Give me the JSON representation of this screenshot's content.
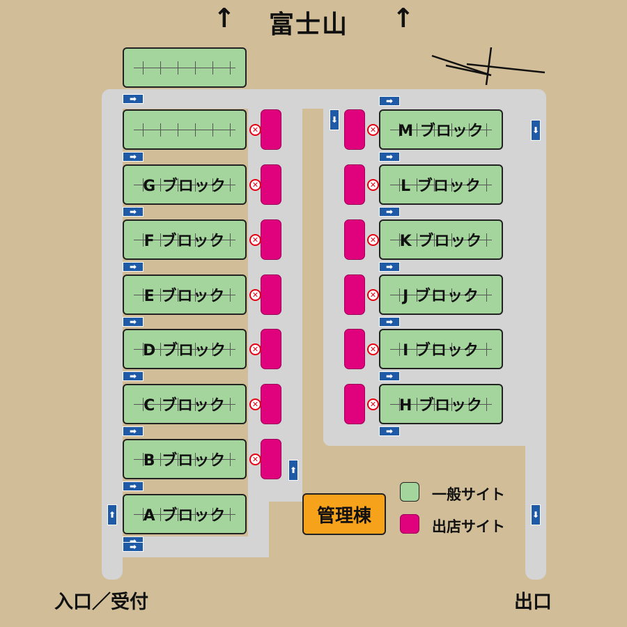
{
  "map": {
    "north_label": "富士山",
    "north_arrow_glyph": "↑",
    "entrance_label": "入口／受付",
    "exit_label": "出口",
    "office_label": "管理棟",
    "legend": {
      "general": "一般サイト",
      "shop": "出店サイト"
    },
    "blocks_left": [
      {
        "id": "top",
        "label": ""
      },
      {
        "id": "h",
        "label": ""
      },
      {
        "id": "g",
        "label": "G ブロック"
      },
      {
        "id": "f",
        "label": "F ブロック"
      },
      {
        "id": "e",
        "label": "E ブロック"
      },
      {
        "id": "d",
        "label": "D ブロック"
      },
      {
        "id": "c",
        "label": "C ブロック"
      },
      {
        "id": "b",
        "label": "B ブロック"
      },
      {
        "id": "a",
        "label": "A ブロック"
      }
    ],
    "blocks_right": [
      {
        "id": "m",
        "label": "M ブロック"
      },
      {
        "id": "l",
        "label": "L ブロック"
      },
      {
        "id": "k",
        "label": "K ブロック"
      },
      {
        "id": "j",
        "label": "J ブロック"
      },
      {
        "id": "i",
        "label": "I ブロック"
      },
      {
        "id": "h2",
        "label": "H ブロック"
      }
    ],
    "arrow_right_glyph": "➡",
    "arrow_up_glyph": "⬆",
    "arrow_down_glyph": "⬇",
    "no_entry_glyph": "✕",
    "colors": {
      "background": "#d1be98",
      "road": "#d4d4d4",
      "general_site": "#a3d59c",
      "shop_site": "#e0027c",
      "office": "#f7a21b",
      "arrow_sign": "#1f5aa6"
    }
  }
}
